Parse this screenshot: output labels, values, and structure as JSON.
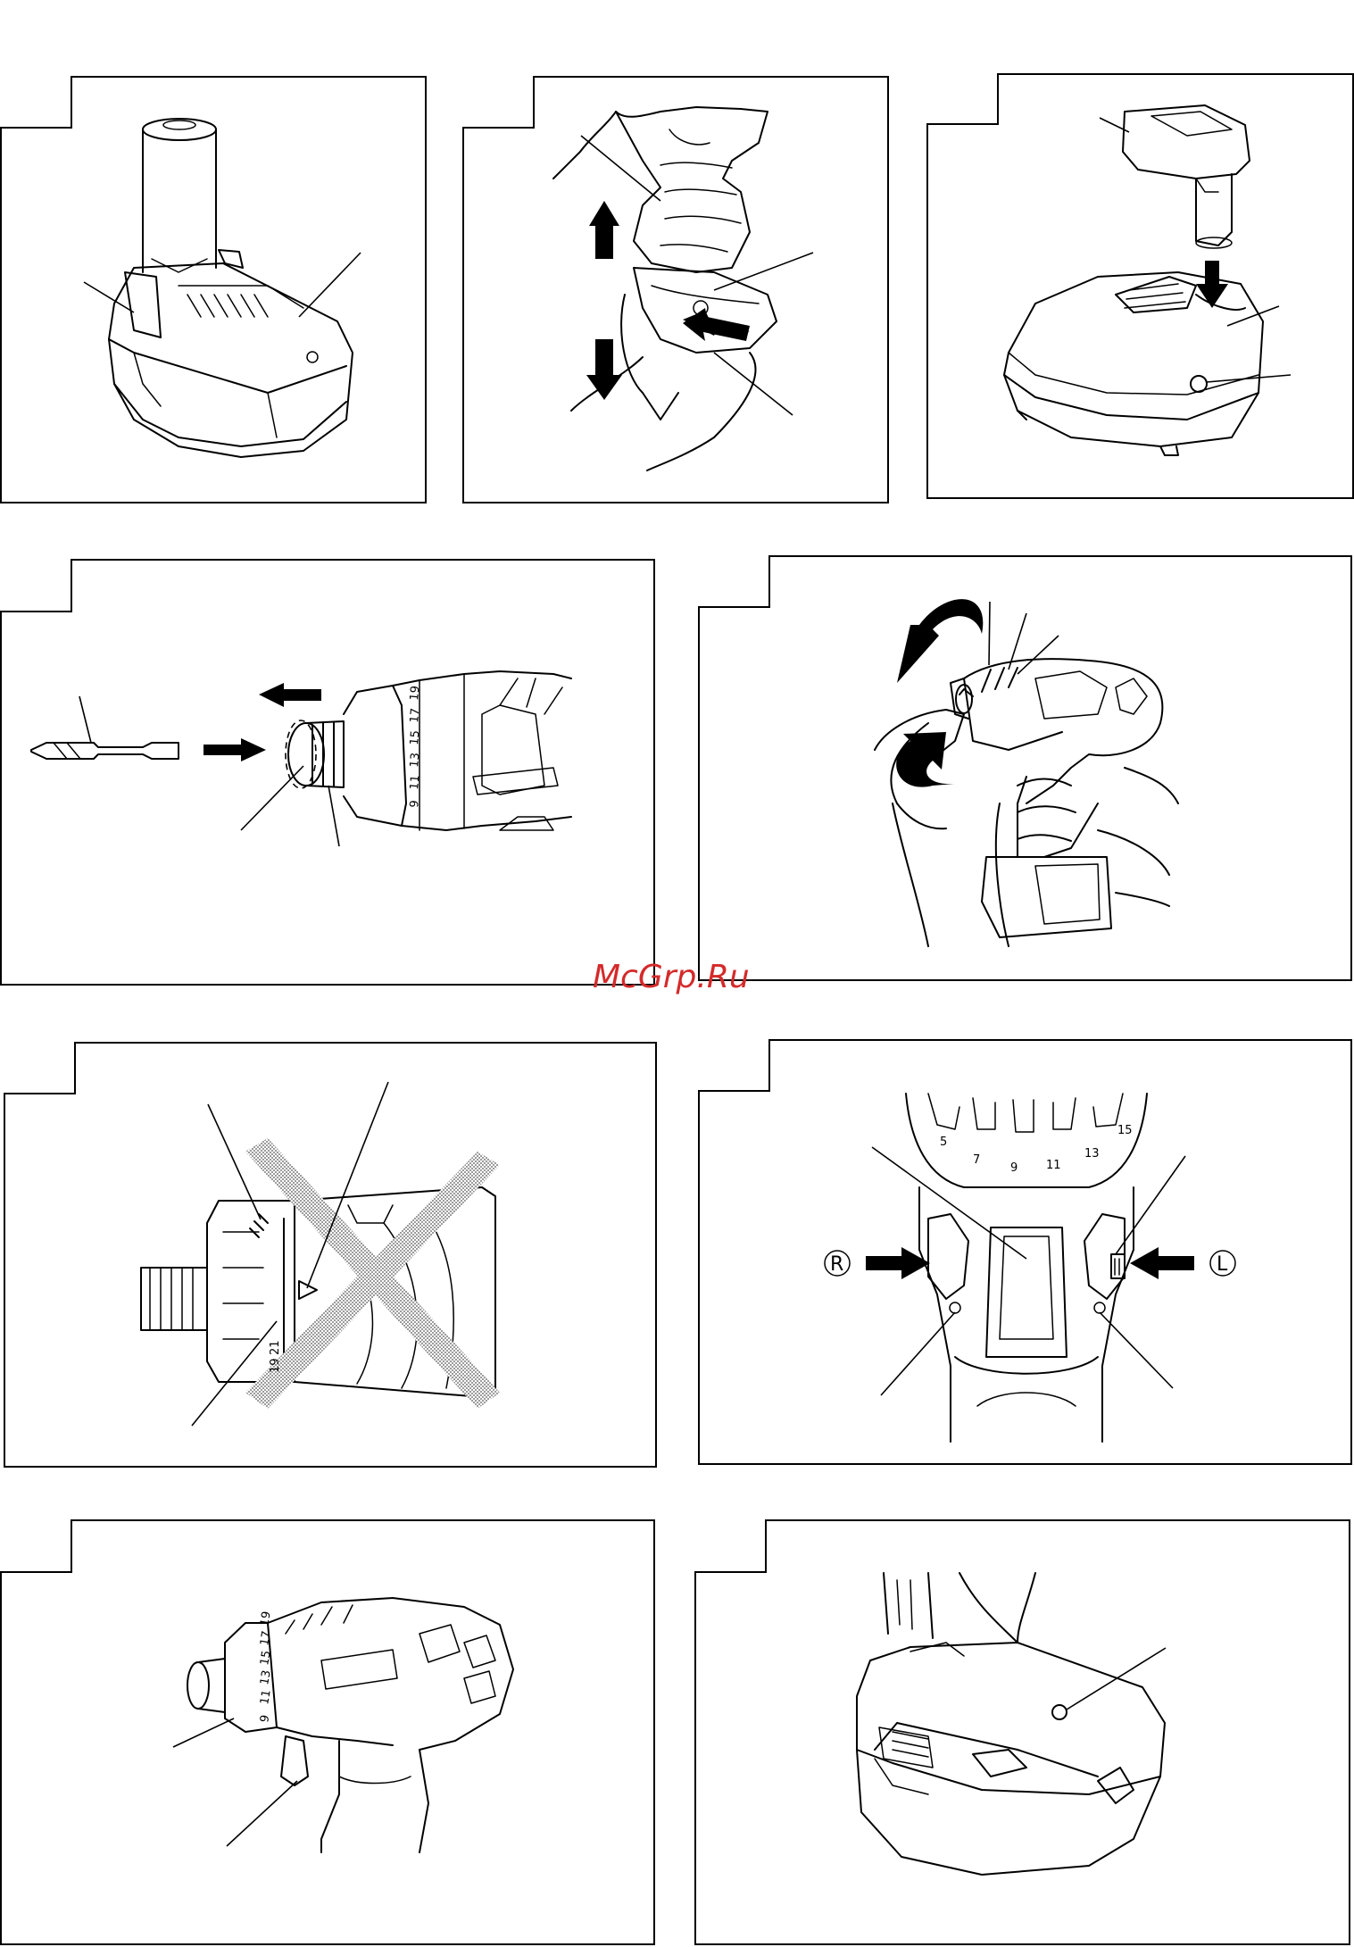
{
  "watermark": "McGrp.Ru",
  "panel8": {
    "dial_labels": [
      "5",
      "7",
      "9",
      "11",
      "13",
      "15"
    ],
    "reverse_symbol": "R",
    "forward_symbol": "L"
  },
  "panel7": {
    "dial_labels": [
      "21",
      "19"
    ]
  },
  "panel4": {
    "dial_labels": [
      "9",
      "11",
      "13",
      "15",
      "17",
      "19"
    ]
  },
  "panel9": {
    "dial_labels": [
      "9",
      "11",
      "13",
      "15",
      "17",
      "19"
    ]
  }
}
